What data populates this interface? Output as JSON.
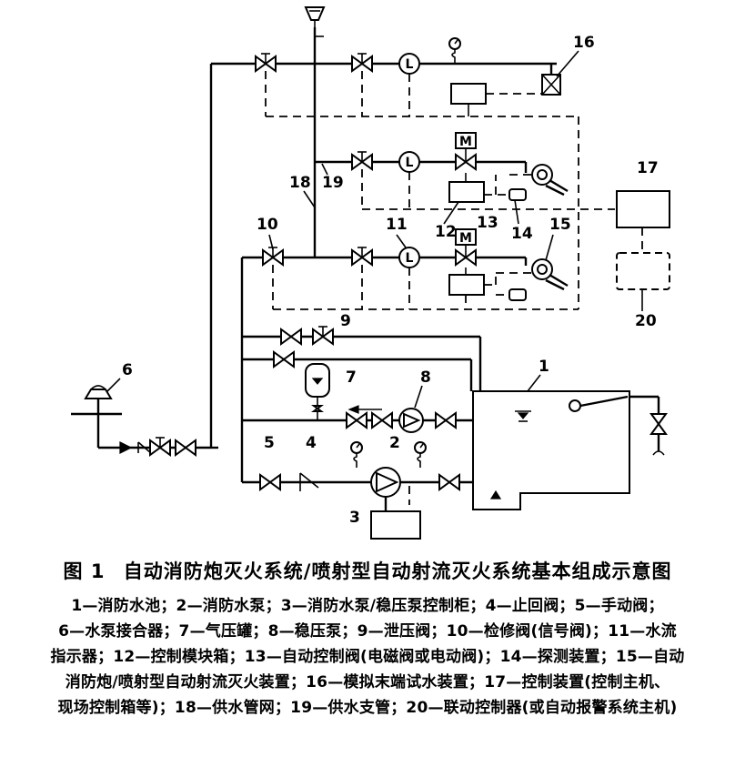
{
  "figure": {
    "label": "图 1",
    "title": "自动消防炮灭火系统/喷射型自动射流灭火系统基本组成示意图"
  },
  "symbols": {
    "flow_indicator": "L",
    "motor": "M"
  },
  "callouts": [
    "1",
    "2",
    "3",
    "4",
    "5",
    "6",
    "7",
    "8",
    "9",
    "10",
    "11",
    "12",
    "13",
    "14",
    "15",
    "16",
    "17",
    "18",
    "19",
    "20"
  ],
  "legend_lines": [
    "1—消防水池；2—消防水泵；3—消防水泵/稳压泵控制柜；4—止回阀；5—手动阀；",
    "6—水泵接合器；7—气压罐；8—稳压泵；9—泄压阀；10—检修阀(信号阀)；11—水流",
    "指示器；12—控制模块箱；13—自动控制阀(电磁阀或电动阀)；14—探测装置；15—自动",
    "消防炮/喷射型自动射流灭火装置；16—模拟末端试水装置；17—控制装置(控制主机、",
    "现场控制箱等)；18—供水管网；19—供水支管；20—联动控制器(或自动报警系统主机)"
  ]
}
